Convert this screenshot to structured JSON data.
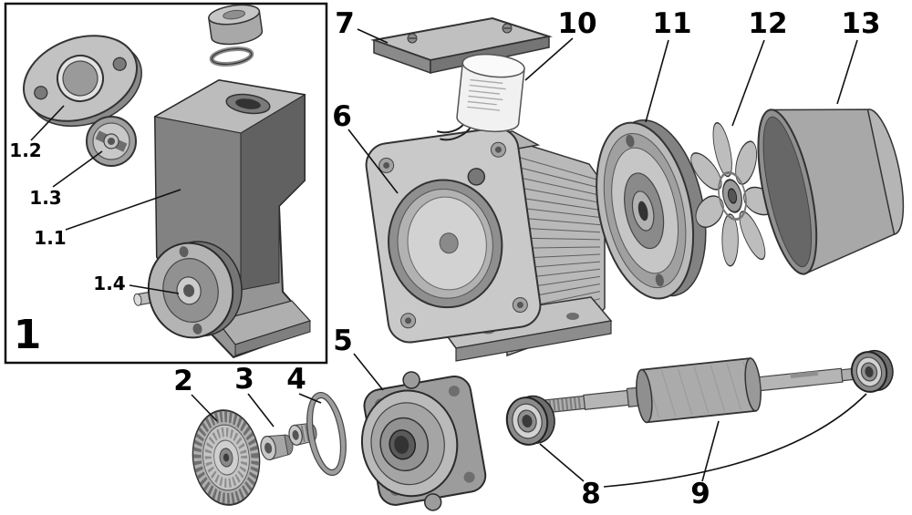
{
  "figure": {
    "kind": "exploded-parts-diagram",
    "subject": "electric-water-pump",
    "background_color": "#ffffff",
    "line_color": "#111111"
  },
  "labels": {
    "n1": "1",
    "n1_1": "1.1",
    "n1_2": "1.2",
    "n1_3": "1.3",
    "n1_4": "1.4",
    "n2": "2",
    "n3": "3",
    "n4": "4",
    "n5": "5",
    "n6": "6",
    "n7": "7",
    "n8": "8",
    "n9": "9",
    "n10": "10",
    "n11": "11",
    "n12": "12",
    "n13": "13"
  }
}
